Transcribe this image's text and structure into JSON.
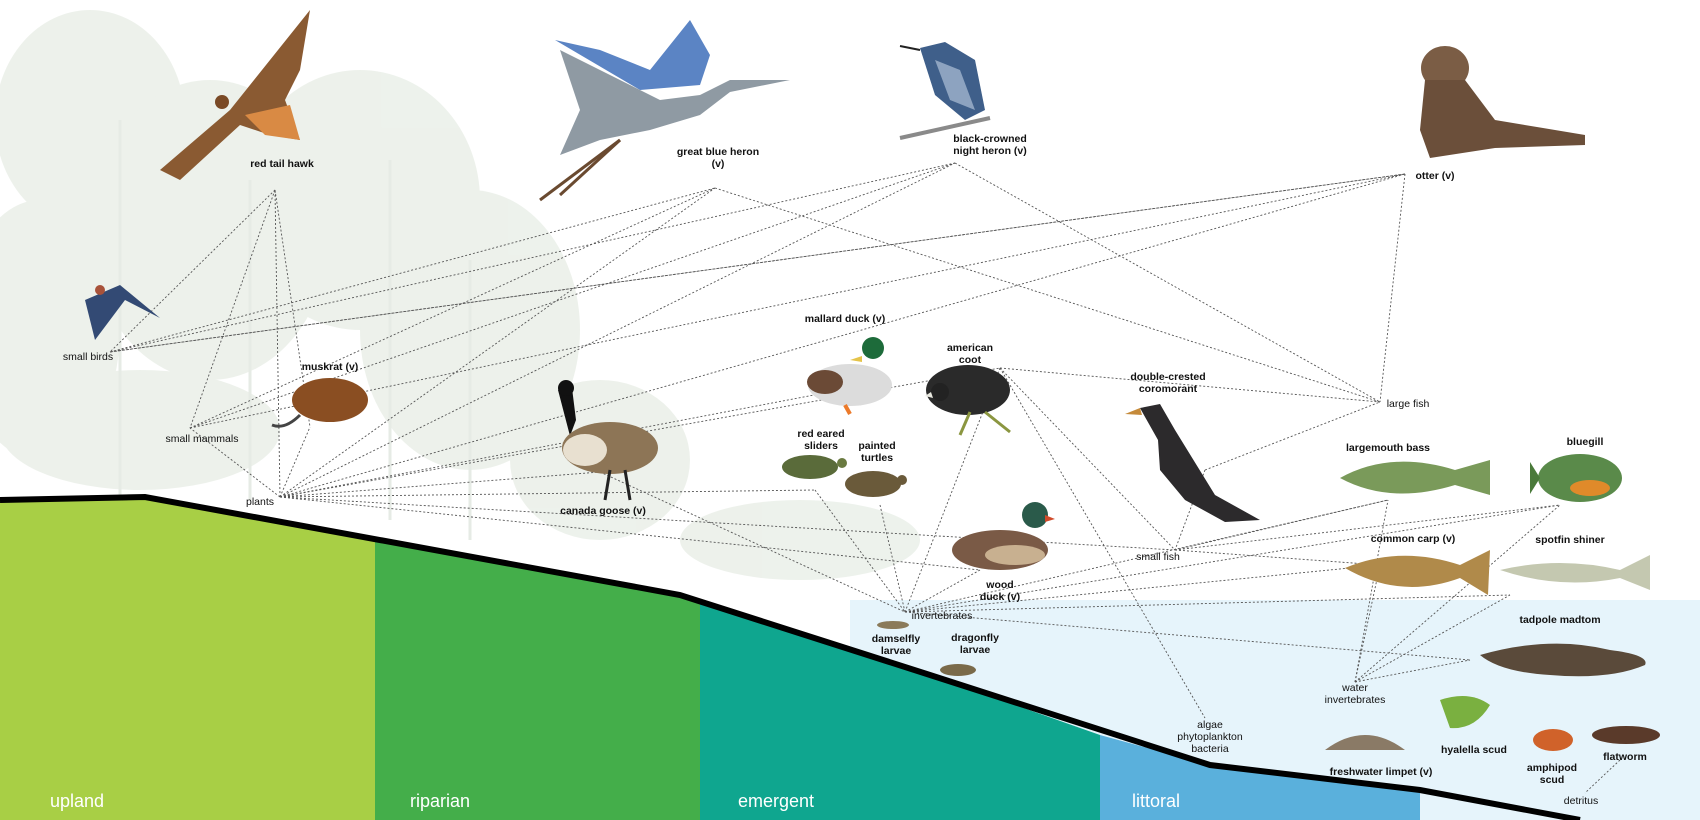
{
  "colors": {
    "upland": "#a8cf45",
    "riparian": "#44ae4a",
    "emergent": "#0fa68f",
    "littoral": "#5ab0dc",
    "water": "#e6f4fb",
    "ground_line": "#000000"
  },
  "zones": [
    {
      "id": "upland",
      "label": "upland"
    },
    {
      "id": "riparian",
      "label": "riparian"
    },
    {
      "id": "emergent",
      "label": "emergent"
    },
    {
      "id": "littoral",
      "label": "littoral"
    }
  ],
  "nodes": [
    {
      "id": "red_tail_hawk",
      "lines": [
        "red tail hawk"
      ],
      "bold": true,
      "icon": "hawk-icon"
    },
    {
      "id": "great_blue_heron",
      "lines": [
        "great blue heron",
        "(v)"
      ],
      "bold": true,
      "icon": "heron-icon"
    },
    {
      "id": "black_crowned_night_heron",
      "lines": [
        "black-crowned",
        "night heron (v)"
      ],
      "bold": true,
      "icon": "night-heron-icon"
    },
    {
      "id": "otter",
      "lines": [
        "otter (v)"
      ],
      "bold": true,
      "icon": "otter-icon"
    },
    {
      "id": "small_birds",
      "lines": [
        "small birds"
      ],
      "bold": false,
      "icon": "swallow-icon"
    },
    {
      "id": "muskrat",
      "lines": [
        "muskrat (v)"
      ],
      "bold": true,
      "icon": "muskrat-icon"
    },
    {
      "id": "small_mammals",
      "lines": [
        "small mammals"
      ],
      "bold": false
    },
    {
      "id": "plants",
      "lines": [
        "plants"
      ],
      "bold": false
    },
    {
      "id": "canada_goose",
      "lines": [
        "canada goose (v)"
      ],
      "bold": true,
      "icon": "goose-icon"
    },
    {
      "id": "mallard_duck",
      "lines": [
        "mallard duck (v)"
      ],
      "bold": true,
      "icon": "mallard-icon"
    },
    {
      "id": "american_coot",
      "lines": [
        "american",
        "coot"
      ],
      "bold": true,
      "icon": "coot-icon"
    },
    {
      "id": "double_crested_cormorant",
      "lines": [
        "double-crested",
        "coromorant"
      ],
      "bold": true,
      "icon": "cormorant-icon"
    },
    {
      "id": "large_fish",
      "lines": [
        "large fish"
      ],
      "bold": false
    },
    {
      "id": "red_eared_sliders",
      "lines": [
        "red eared",
        "sliders"
      ],
      "bold": true,
      "icon": "slider-turtle-icon"
    },
    {
      "id": "painted_turtles",
      "lines": [
        "painted",
        "turtles"
      ],
      "bold": true,
      "icon": "painted-turtle-icon"
    },
    {
      "id": "wood_duck",
      "lines": [
        "wood",
        "duck (v)"
      ],
      "bold": true,
      "icon": "wood-duck-icon"
    },
    {
      "id": "small_fish",
      "lines": [
        "small fish"
      ],
      "bold": false
    },
    {
      "id": "largemouth_bass",
      "lines": [
        "largemouth bass"
      ],
      "bold": true,
      "icon": "bass-icon"
    },
    {
      "id": "bluegill",
      "lines": [
        "bluegill"
      ],
      "bold": true,
      "icon": "bluegill-icon"
    },
    {
      "id": "common_carp",
      "lines": [
        "common carp (v)"
      ],
      "bold": true,
      "icon": "carp-icon"
    },
    {
      "id": "spotfin_shiner",
      "lines": [
        "spotfin shiner"
      ],
      "bold": true,
      "icon": "shiner-icon"
    },
    {
      "id": "invertebrates",
      "lines": [
        "invertebrates"
      ],
      "bold": false
    },
    {
      "id": "damselfly_larvae",
      "lines": [
        "damselfly",
        "larvae"
      ],
      "bold": true,
      "icon": "damselfly-larva-icon"
    },
    {
      "id": "dragonfly_larvae",
      "lines": [
        "dragonfly",
        "larvae"
      ],
      "bold": true,
      "icon": "dragonfly-larva-icon"
    },
    {
      "id": "tadpole_madtom",
      "lines": [
        "tadpole madtom"
      ],
      "bold": true,
      "icon": "madtom-icon"
    },
    {
      "id": "water_invertebrates",
      "lines": [
        "water",
        "invertebrates"
      ],
      "bold": false
    },
    {
      "id": "algae",
      "lines": [
        "algae",
        "phytoplankton",
        "bacteria"
      ],
      "bold": false
    },
    {
      "id": "hyalella_scud",
      "lines": [
        "hyalella scud"
      ],
      "bold": true,
      "icon": "hyalella-icon"
    },
    {
      "id": "freshwater_limpet",
      "lines": [
        "freshwater limpet (v)"
      ],
      "bold": true,
      "icon": "limpet-icon"
    },
    {
      "id": "amphipod_scud",
      "lines": [
        "amphipod",
        "scud"
      ],
      "bold": true,
      "icon": "amphipod-icon"
    },
    {
      "id": "flatworm",
      "lines": [
        "flatworm"
      ],
      "bold": true,
      "icon": "flatworm-icon"
    },
    {
      "id": "detritus",
      "lines": [
        "detritus"
      ],
      "bold": false
    }
  ],
  "links": [
    [
      "red_tail_hawk",
      "small_birds"
    ],
    [
      "red_tail_hawk",
      "small_mammals"
    ],
    [
      "red_tail_hawk",
      "muskrat"
    ],
    [
      "small_birds",
      "great_blue_heron"
    ],
    [
      "small_birds",
      "black_crowned_night_heron"
    ],
    [
      "small_birds",
      "otter"
    ],
    [
      "small_mammals",
      "great_blue_heron"
    ],
    [
      "small_mammals",
      "black_crowned_night_heron"
    ],
    [
      "small_mammals",
      "otter"
    ],
    [
      "plants",
      "great_blue_heron"
    ],
    [
      "plants",
      "black_crowned_night_heron"
    ],
    [
      "plants",
      "otter"
    ],
    [
      "plants",
      "muskrat"
    ],
    [
      "plants",
      "mallard_duck"
    ],
    [
      "plants",
      "canada_goose"
    ],
    [
      "plants",
      "american_coot"
    ],
    [
      "plants",
      "red_eared_sliders"
    ],
    [
      "plants",
      "small_fish"
    ],
    [
      "plants",
      "wood_duck"
    ],
    [
      "plants",
      "small_mammals"
    ],
    [
      "plants",
      "red_tail_hawk"
    ],
    [
      "great_blue_heron",
      "large_fish"
    ],
    [
      "black_crowned_night_heron",
      "large_fish"
    ],
    [
      "otter",
      "large_fish"
    ],
    [
      "otter",
      "small_birds"
    ],
    [
      "american_coot",
      "large_fish"
    ],
    [
      "double_crested_cormorant",
      "large_fish"
    ],
    [
      "double_crested_cormorant",
      "small_fish"
    ],
    [
      "american_coot",
      "invertebrates"
    ],
    [
      "american_coot",
      "small_fish"
    ],
    [
      "red_eared_sliders",
      "invertebrates"
    ],
    [
      "painted_turtles",
      "invertebrates"
    ],
    [
      "canada_goose",
      "invertebrates"
    ],
    [
      "wood_duck",
      "invertebrates"
    ],
    [
      "small_fish",
      "largemouth_bass"
    ],
    [
      "small_fish",
      "bluegill"
    ],
    [
      "small_fish",
      "common_carp"
    ],
    [
      "invertebrates",
      "largemouth_bass"
    ],
    [
      "invertebrates",
      "bluegill"
    ],
    [
      "invertebrates",
      "spotfin_shiner"
    ],
    [
      "invertebrates",
      "tadpole_madtom"
    ],
    [
      "invertebrates",
      "common_carp"
    ],
    [
      "water_invertebrates",
      "largemouth_bass"
    ],
    [
      "water_invertebrates",
      "bluegill"
    ],
    [
      "water_invertebrates",
      "common_carp"
    ],
    [
      "water_invertebrates",
      "spotfin_shiner"
    ],
    [
      "water_invertebrates",
      "tadpole_madtom"
    ],
    [
      "american_coot",
      "algae"
    ],
    [
      "flatworm",
      "detritus"
    ]
  ]
}
